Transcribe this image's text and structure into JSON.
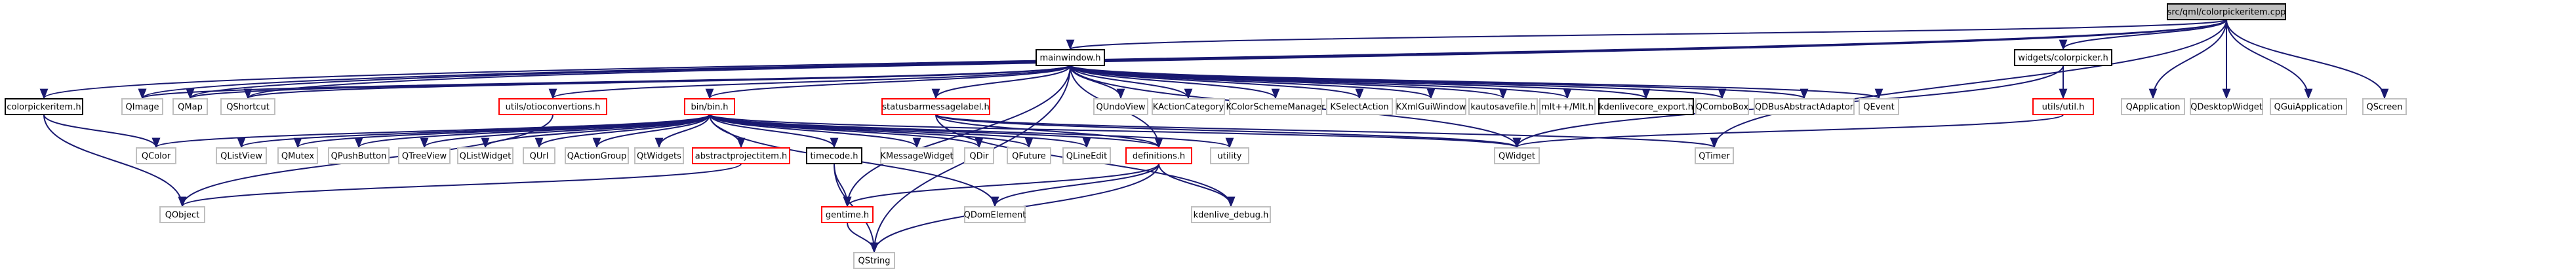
{
  "colors": {
    "edge": "#191970",
    "border_default": "#bfbfbf",
    "border_linked": "#000000",
    "border_red": "#ff0000",
    "root_fill": "#bfbfbf",
    "fill": "#ffffff",
    "text": "#000000"
  },
  "nodes": [
    {
      "id": "root",
      "label": "src/qml/colorpickeritem.cpp",
      "kind": "root"
    },
    {
      "id": "colorpickeritem_h",
      "label": "colorpickeritem.h",
      "kind": "linked"
    },
    {
      "id": "QImage",
      "label": "QImage",
      "kind": "default"
    },
    {
      "id": "QMap",
      "label": "QMap",
      "kind": "default"
    },
    {
      "id": "QShortcut",
      "label": "QShortcut",
      "kind": "default"
    },
    {
      "id": "mainwindow_h",
      "label": "mainwindow.h",
      "kind": "linked"
    },
    {
      "id": "QUndoView",
      "label": "QUndoView",
      "kind": "default"
    },
    {
      "id": "KActionCategory",
      "label": "KActionCategory",
      "kind": "default"
    },
    {
      "id": "KColorSchemeManager",
      "label": "KColorSchemeManager",
      "kind": "default"
    },
    {
      "id": "KSelectAction",
      "label": "KSelectAction",
      "kind": "default"
    },
    {
      "id": "KXmlGuiWindow",
      "label": "KXmlGuiWindow",
      "kind": "default"
    },
    {
      "id": "kautosavefile_h",
      "label": "kautosavefile.h",
      "kind": "default"
    },
    {
      "id": "mlt_h",
      "label": "mlt++/Mlt.h",
      "kind": "default"
    },
    {
      "id": "kdenlivecore_export_h",
      "label": "kdenlivecore_export.h",
      "kind": "linked"
    },
    {
      "id": "QComboBox",
      "label": "QComboBox",
      "kind": "default"
    },
    {
      "id": "QDBusAbstractAdaptor",
      "label": "QDBusAbstractAdaptor",
      "kind": "default"
    },
    {
      "id": "QEvent",
      "label": "QEvent",
      "kind": "default"
    },
    {
      "id": "widgets_colorpicker_h",
      "label": "widgets/colorpicker.h",
      "kind": "linked"
    },
    {
      "id": "QApplication",
      "label": "QApplication",
      "kind": "default"
    },
    {
      "id": "QDesktopWidget",
      "label": "QDesktopWidget",
      "kind": "default"
    },
    {
      "id": "QGuiApplication",
      "label": "QGuiApplication",
      "kind": "default"
    },
    {
      "id": "QScreen",
      "label": "QScreen",
      "kind": "default"
    },
    {
      "id": "utils_otioconvertions_h",
      "label": "utils/otioconvertions.h",
      "kind": "red"
    },
    {
      "id": "bin_bin_h",
      "label": "bin/bin.h",
      "kind": "red"
    },
    {
      "id": "statusbarmessagelabel_h",
      "label": "statusbarmessagelabel.h",
      "kind": "red"
    },
    {
      "id": "utils_util_h",
      "label": "utils/util.h",
      "kind": "red"
    },
    {
      "id": "QColor",
      "label": "QColor",
      "kind": "default"
    },
    {
      "id": "QListView",
      "label": "QListView",
      "kind": "default"
    },
    {
      "id": "QMutex",
      "label": "QMutex",
      "kind": "default"
    },
    {
      "id": "QPushButton",
      "label": "QPushButton",
      "kind": "default"
    },
    {
      "id": "QTreeView",
      "label": "QTreeView",
      "kind": "default"
    },
    {
      "id": "QListWidget",
      "label": "QListWidget",
      "kind": "default"
    },
    {
      "id": "QUrl",
      "label": "QUrl",
      "kind": "default"
    },
    {
      "id": "QActionGroup",
      "label": "QActionGroup",
      "kind": "default"
    },
    {
      "id": "QtWidgets",
      "label": "QtWidgets",
      "kind": "default"
    },
    {
      "id": "abstractprojectitem_h",
      "label": "abstractprojectitem.h",
      "kind": "red"
    },
    {
      "id": "timecode_h",
      "label": "timecode.h",
      "kind": "linked"
    },
    {
      "id": "KMessageWidget",
      "label": "KMessageWidget",
      "kind": "default"
    },
    {
      "id": "QDir",
      "label": "QDir",
      "kind": "default"
    },
    {
      "id": "QFuture",
      "label": "QFuture",
      "kind": "default"
    },
    {
      "id": "QLineEdit",
      "label": "QLineEdit",
      "kind": "default"
    },
    {
      "id": "definitions_h",
      "label": "definitions.h",
      "kind": "red"
    },
    {
      "id": "utility",
      "label": "utility",
      "kind": "default"
    },
    {
      "id": "QWidget",
      "label": "QWidget",
      "kind": "default"
    },
    {
      "id": "QTimer",
      "label": "QTimer",
      "kind": "default"
    },
    {
      "id": "QObject",
      "label": "QObject",
      "kind": "default"
    },
    {
      "id": "gentime_h",
      "label": "gentime.h",
      "kind": "red"
    },
    {
      "id": "QDomElement",
      "label": "QDomElement",
      "kind": "default"
    },
    {
      "id": "kdenlive_debug_h",
      "label": "kdenlive_debug.h",
      "kind": "default"
    },
    {
      "id": "QString",
      "label": "QString",
      "kind": "default"
    }
  ],
  "edges": [
    [
      "root",
      "colorpickeritem_h"
    ],
    [
      "root",
      "QImage"
    ],
    [
      "root",
      "QMap"
    ],
    [
      "root",
      "QShortcut"
    ],
    [
      "root",
      "mainwindow_h"
    ],
    [
      "root",
      "widgets_colorpicker_h"
    ],
    [
      "root",
      "QApplication"
    ],
    [
      "root",
      "QDesktopWidget"
    ],
    [
      "root",
      "QGuiApplication"
    ],
    [
      "root",
      "QScreen"
    ],
    [
      "root",
      "QTimer"
    ],
    [
      "colorpickeritem_h",
      "QColor"
    ],
    [
      "colorpickeritem_h",
      "QObject"
    ],
    [
      "mainwindow_h",
      "QImage"
    ],
    [
      "mainwindow_h",
      "QMap"
    ],
    [
      "mainwindow_h",
      "QShortcut"
    ],
    [
      "mainwindow_h",
      "QUndoView"
    ],
    [
      "mainwindow_h",
      "KActionCategory"
    ],
    [
      "mainwindow_h",
      "KColorSchemeManager"
    ],
    [
      "mainwindow_h",
      "KSelectAction"
    ],
    [
      "mainwindow_h",
      "KXmlGuiWindow"
    ],
    [
      "mainwindow_h",
      "kautosavefile_h"
    ],
    [
      "mainwindow_h",
      "mlt_h"
    ],
    [
      "mainwindow_h",
      "kdenlivecore_export_h"
    ],
    [
      "mainwindow_h",
      "QComboBox"
    ],
    [
      "mainwindow_h",
      "QDBusAbstractAdaptor"
    ],
    [
      "mainwindow_h",
      "QEvent"
    ],
    [
      "mainwindow_h",
      "utils_otioconvertions_h"
    ],
    [
      "mainwindow_h",
      "bin_bin_h"
    ],
    [
      "mainwindow_h",
      "statusbarmessagelabel_h"
    ],
    [
      "mainwindow_h",
      "QString"
    ],
    [
      "mainwindow_h",
      "definitions_h"
    ],
    [
      "mainwindow_h",
      "QWidget"
    ],
    [
      "mainwindow_h",
      "gentime_h"
    ],
    [
      "widgets_colorpicker_h",
      "utils_util_h"
    ],
    [
      "widgets_colorpicker_h",
      "QWidget"
    ],
    [
      "utils_util_h",
      "QWidget"
    ],
    [
      "utils_otioconvertions_h",
      "QObject"
    ],
    [
      "bin_bin_h",
      "QColor"
    ],
    [
      "bin_bin_h",
      "QListView"
    ],
    [
      "bin_bin_h",
      "QMutex"
    ],
    [
      "bin_bin_h",
      "QPushButton"
    ],
    [
      "bin_bin_h",
      "QTreeView"
    ],
    [
      "bin_bin_h",
      "QListWidget"
    ],
    [
      "bin_bin_h",
      "QUrl"
    ],
    [
      "bin_bin_h",
      "QActionGroup"
    ],
    [
      "bin_bin_h",
      "QtWidgets"
    ],
    [
      "bin_bin_h",
      "abstractprojectitem_h"
    ],
    [
      "bin_bin_h",
      "timecode_h"
    ],
    [
      "bin_bin_h",
      "KMessageWidget"
    ],
    [
      "bin_bin_h",
      "QDir"
    ],
    [
      "bin_bin_h",
      "QFuture"
    ],
    [
      "bin_bin_h",
      "QLineEdit"
    ],
    [
      "bin_bin_h",
      "definitions_h"
    ],
    [
      "bin_bin_h",
      "utility"
    ],
    [
      "bin_bin_h",
      "QWidget"
    ],
    [
      "bin_bin_h",
      "QDomElement"
    ],
    [
      "statusbarmessagelabel_h",
      "QWidget"
    ],
    [
      "statusbarmessagelabel_h",
      "QTimer"
    ],
    [
      "statusbarmessagelabel_h",
      "definitions_h"
    ],
    [
      "statusbarmessagelabel_h",
      "kdenlive_debug_h"
    ],
    [
      "abstractprojectitem_h",
      "QObject"
    ],
    [
      "timecode_h",
      "gentime_h"
    ],
    [
      "timecode_h",
      "QString"
    ],
    [
      "definitions_h",
      "gentime_h"
    ],
    [
      "definitions_h",
      "QDomElement"
    ],
    [
      "definitions_h",
      "kdenlive_debug_h"
    ],
    [
      "definitions_h",
      "QString"
    ],
    [
      "gentime_h",
      "QString"
    ]
  ]
}
